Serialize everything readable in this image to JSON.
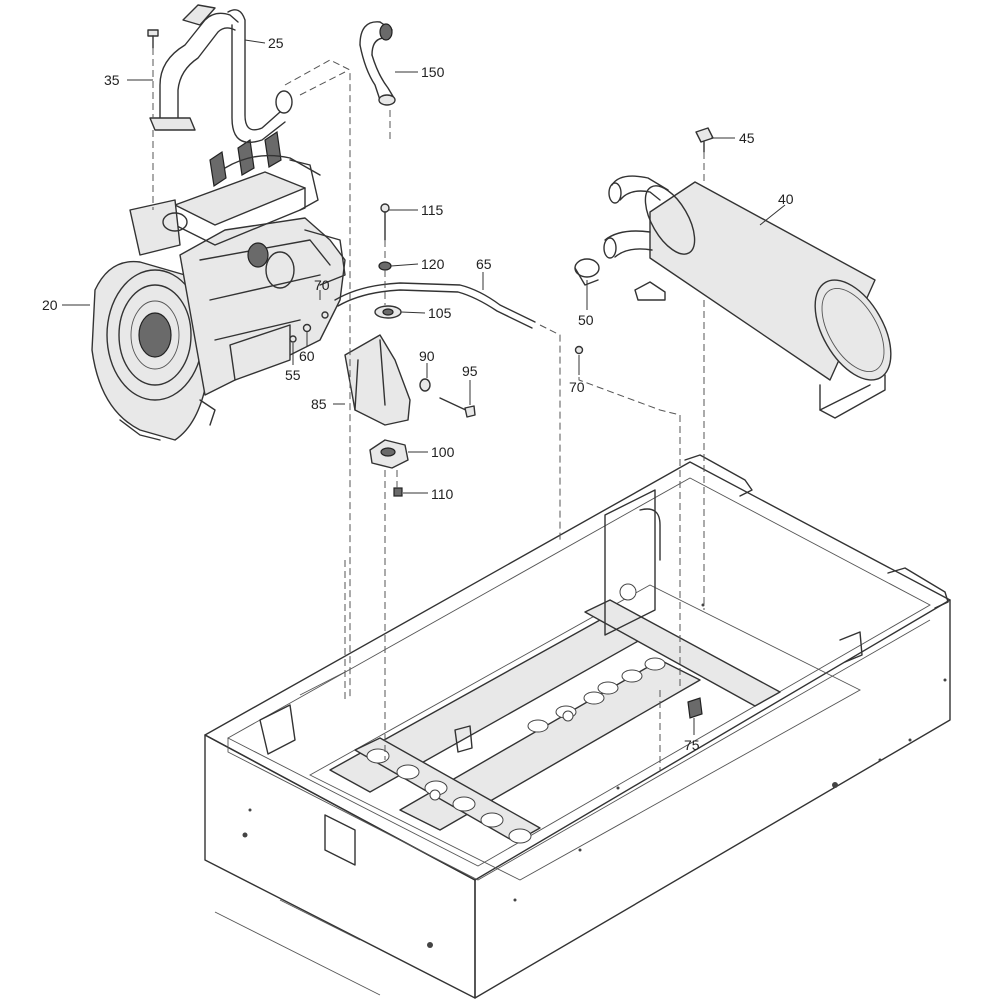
{
  "labels": {
    "p20": "20",
    "p25": "25",
    "p35": "35",
    "p40": "40",
    "p45": "45",
    "p50": "50",
    "p55": "55",
    "p60": "60",
    "p65": "65",
    "p70a": "70",
    "p70b": "70",
    "p75": "75",
    "p85": "85",
    "p90": "90",
    "p95": "95",
    "p100": "100",
    "p105": "105",
    "p110": "110",
    "p115": "115",
    "p120": "120",
    "p150": "150"
  },
  "colors": {
    "line": "#333333",
    "background": "#ffffff",
    "shade": "#e8e8e8"
  }
}
